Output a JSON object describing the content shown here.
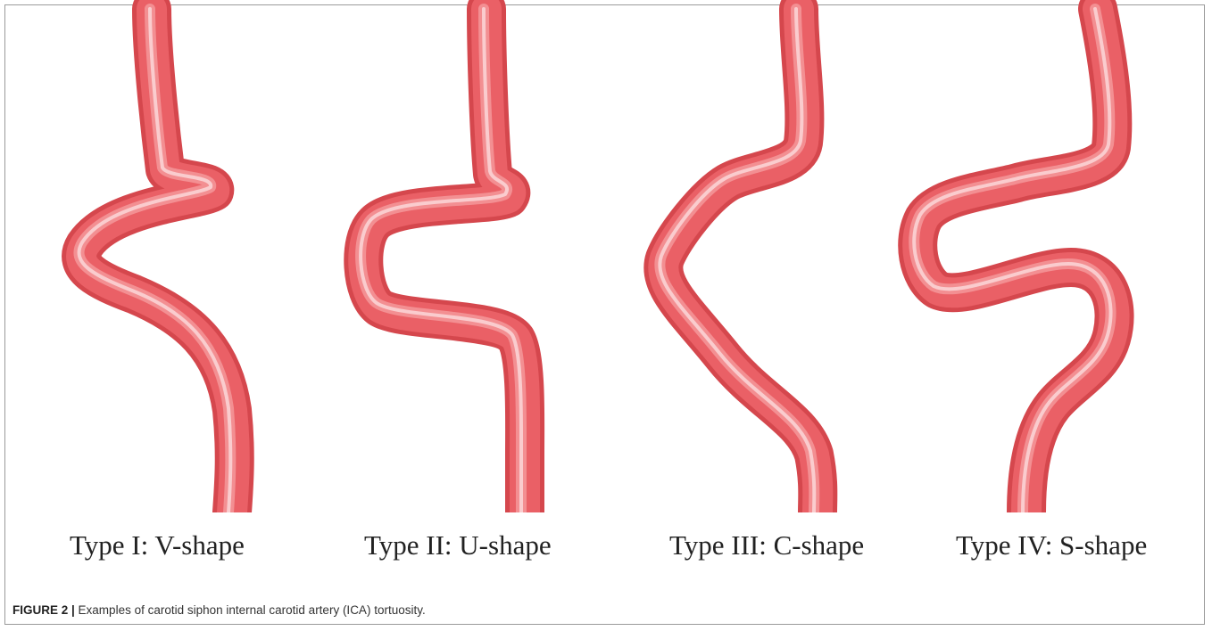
{
  "figure": {
    "panels": [
      {
        "label": "Type I: V-shape",
        "icon": "v-shape-artery"
      },
      {
        "label": "Type II: U-shape",
        "icon": "u-shape-artery"
      },
      {
        "label": "Type III: C-shape",
        "icon": "c-shape-artery"
      },
      {
        "label": "Type IV: S-shape",
        "icon": "s-shape-artery"
      }
    ],
    "vessel_color": "#e8575c",
    "caption_label": "FIGURE 2 |",
    "caption_text": " Examples of carotid siphon internal carotid artery (ICA) tortuosity."
  }
}
